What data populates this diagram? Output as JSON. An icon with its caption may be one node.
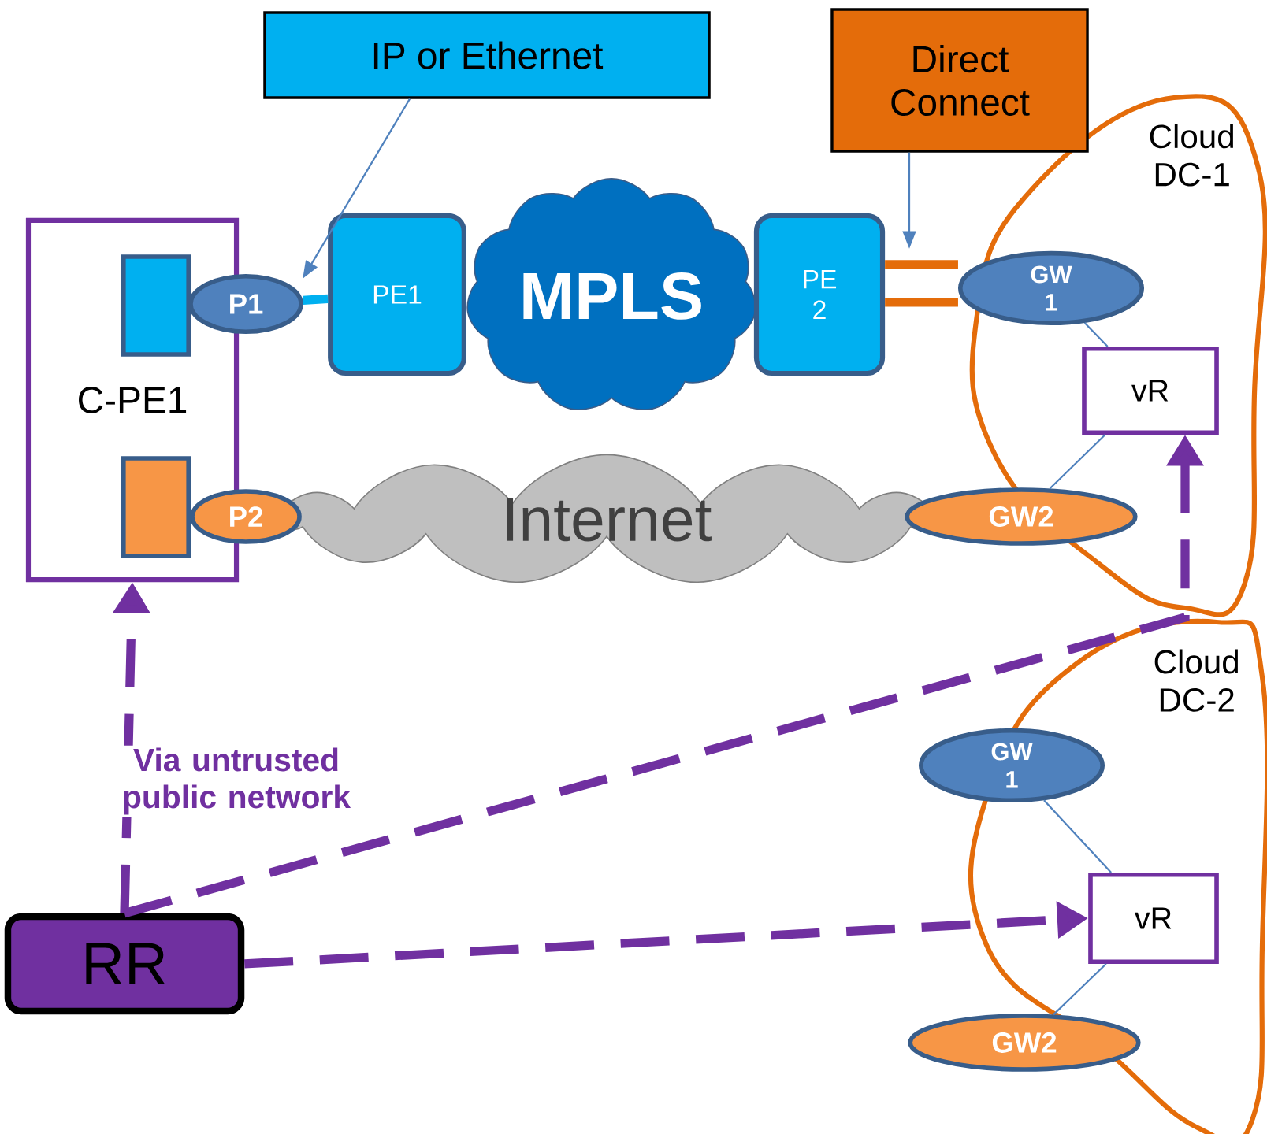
{
  "diagram": {
    "nodes": [
      {
        "text": [
          "IP or Ethernet"
        ]
      },
      {
        "text": [
          "Direct Connect"
        ]
      },
      {
        "text": [
          "C-PE1"
        ]
      },
      {
        "text": [],
        "shape": "box",
        "in": 2
      },
      {
        "text": [
          "P1"
        ]
      },
      {
        "text": [],
        "shape": "box",
        "in": 2
      },
      {
        "text": [
          "P2"
        ]
      },
      {
        "text": [
          "MPLS"
        ]
      },
      {
        "text": [
          "PE1"
        ]
      },
      {
        "text": [
          "PE 2"
        ]
      },
      {
        "text": [
          "Internet"
        ]
      },
      {
        "text": [
          "Cloud DC-1"
        ]
      },
      {
        "text": [
          "GW 1"
        ]
      },
      {
        "text": [
          "vR"
        ],
        "in": 11
      },
      {
        "text": [
          "GW2"
        ]
      },
      {
        "text": [
          "Cloud DC-2"
        ]
      },
      {
        "text": [
          "GW 1"
        ]
      },
      {
        "text": [
          "vR"
        ],
        "in": 15
      },
      {
        "text": [
          "GW2"
        ]
      },
      {
        "text": [
          "RR"
        ]
      }
    ],
    "edges": [
      {
        "from": 0,
        "to": 8,
        "arrow": "to"
      },
      {
        "from": 4,
        "to": 8,
        "arrow": "none",
        "style": "thick",
        "color": "#00b0f0"
      },
      {
        "from": 1,
        "to": null,
        "arrow": "to"
      },
      {
        "from": 9,
        "to": 12,
        "arrow": "none",
        "style": "thick",
        "color": "#e46c0a"
      },
      {
        "from": 9,
        "to": 12,
        "arrow": "none",
        "style": "thick",
        "color": "#e46c0a"
      },
      {
        "from": 12,
        "to": 13,
        "arrow": "none"
      },
      {
        "from": 13,
        "to": 14,
        "arrow": "none"
      },
      {
        "from": 16,
        "to": 17,
        "arrow": "none"
      },
      {
        "from": 17,
        "to": 18,
        "arrow": "none"
      },
      {
        "from": 19,
        "to": 2,
        "arrow": "to",
        "style": "dashed",
        "color": "#7030a0"
      },
      {
        "from": 19,
        "to": 13,
        "arrow": "to",
        "style": "dashed",
        "color": "#7030a0"
      },
      {
        "from": 19,
        "to": 17,
        "arrow": "to",
        "style": "dashed",
        "color": "#7030a0"
      }
    ],
    "labels": [
      "Via untrusted public network"
    ]
  }
}
